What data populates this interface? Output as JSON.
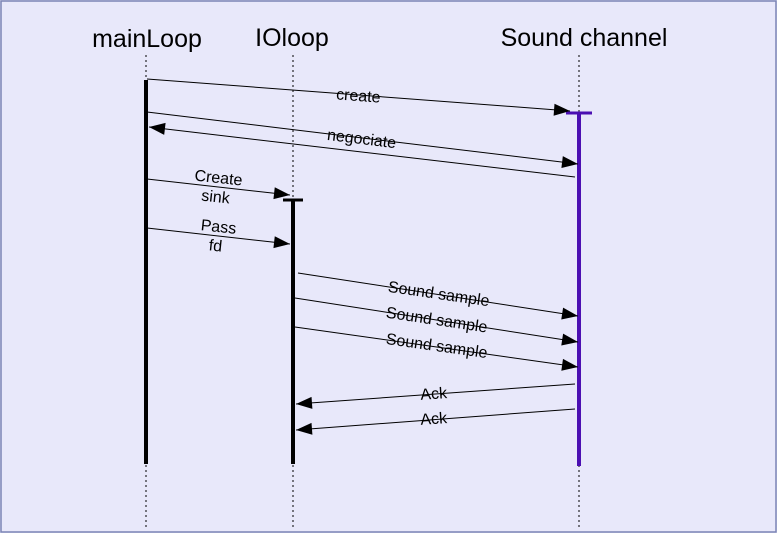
{
  "lanes": [
    {
      "id": "main",
      "label": "mainLoop",
      "color": "#000000"
    },
    {
      "id": "io",
      "label": "IOloop",
      "color": "#000000"
    },
    {
      "id": "sound",
      "label": "Sound channel",
      "color": "#4b0fb2"
    }
  ],
  "messages": [
    {
      "id": "create",
      "from": "main",
      "to": "sound",
      "lines": [
        "create"
      ]
    },
    {
      "id": "negociate-out",
      "from": "main",
      "to": "sound",
      "lines": [
        "negociate"
      ]
    },
    {
      "id": "negociate-back",
      "from": "sound",
      "to": "main",
      "lines": []
    },
    {
      "id": "create-sink",
      "from": "main",
      "to": "io",
      "lines": [
        "Create",
        "sink"
      ]
    },
    {
      "id": "pass-fd",
      "from": "main",
      "to": "io",
      "lines": [
        "Pass",
        "fd"
      ]
    },
    {
      "id": "sound-sample-1",
      "from": "io",
      "to": "sound",
      "lines": [
        "Sound sample"
      ]
    },
    {
      "id": "sound-sample-2",
      "from": "io",
      "to": "sound",
      "lines": [
        "Sound sample"
      ]
    },
    {
      "id": "sound-sample-3",
      "from": "io",
      "to": "sound",
      "lines": [
        "Sound sample"
      ]
    },
    {
      "id": "ack-1",
      "from": "sound",
      "to": "io",
      "lines": [
        "Ack"
      ]
    },
    {
      "id": "ack-2",
      "from": "sound",
      "to": "io",
      "lines": [
        "Ack"
      ]
    }
  ]
}
